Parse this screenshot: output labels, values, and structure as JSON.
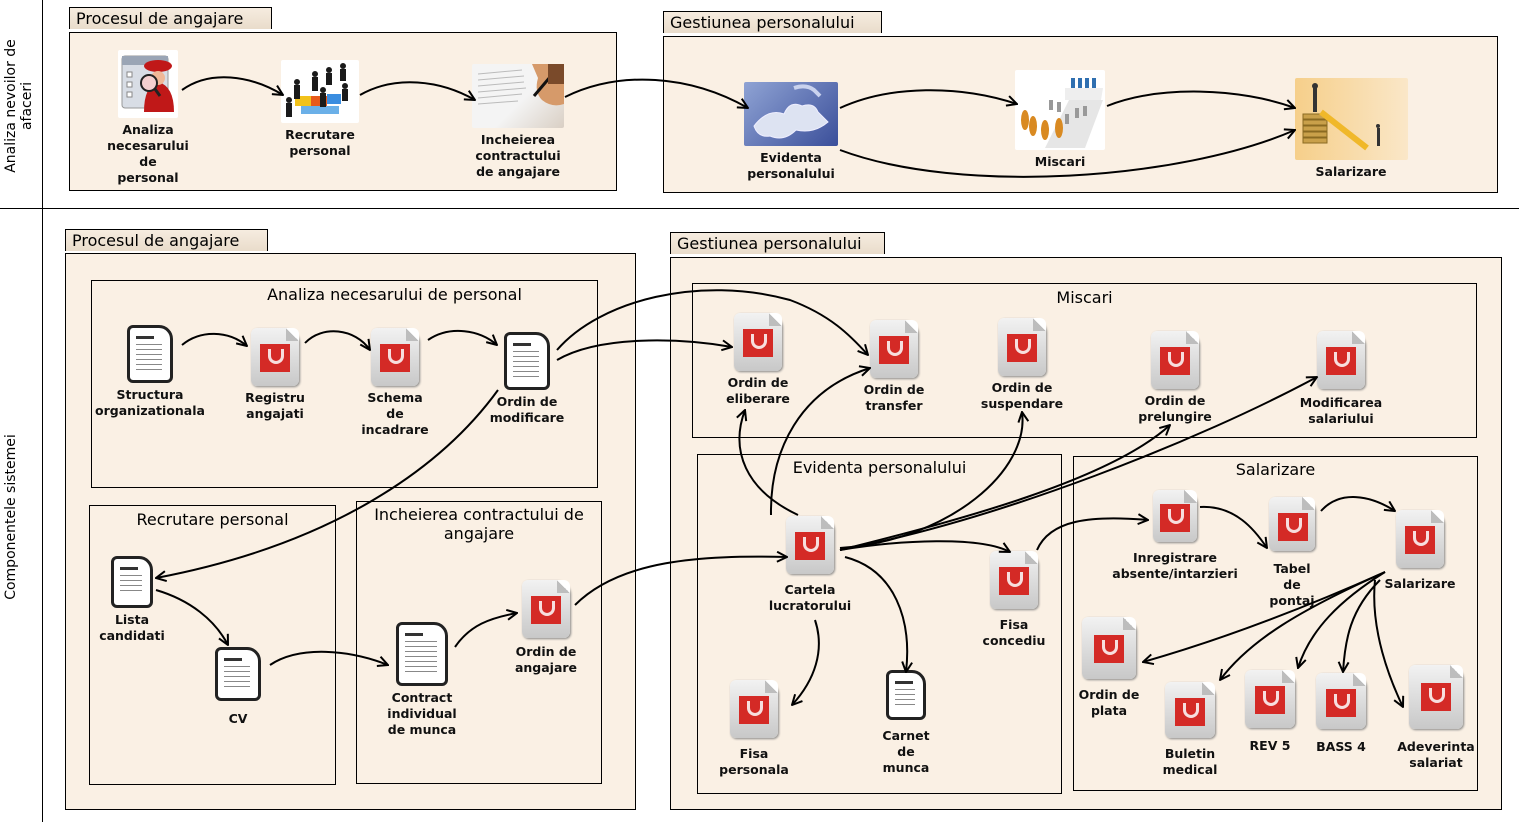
{
  "lanes": [
    {
      "label": "Analiza nevoilor de\nafaceri"
    },
    {
      "label": "Componentele sistemei"
    }
  ],
  "business": {
    "hiring": {
      "title": "Procesul de angajare",
      "nodes": [
        {
          "label": "Analiza\nnecesarului\nde\npersonal",
          "icon": "detective-checklist-icon"
        },
        {
          "label": "Recrutare\npersonal",
          "icon": "people-puzzle-icon"
        },
        {
          "label": "Incheierea\ncontractului\nde angajare",
          "icon": "signing-contract-icon"
        }
      ]
    },
    "management": {
      "title": "Gestiunea personalului",
      "nodes": [
        {
          "label": "Evidenta\npersonalului",
          "icon": "puzzle-icon"
        },
        {
          "label": "Miscari",
          "icon": "people-movement-icon"
        },
        {
          "label": "Salarizare",
          "icon": "coins-ladder-icon"
        }
      ]
    }
  },
  "components": {
    "hiring": {
      "title": "Procesul de angajare",
      "needs_analysis": {
        "title": "Analiza necesarului de personal",
        "nodes": [
          {
            "label": "Structura\norganizationala",
            "type": "document"
          },
          {
            "label": "Registru\nangajati",
            "type": "app"
          },
          {
            "label": "Schema\nde\nincadrare",
            "type": "app"
          },
          {
            "label": "Ordin de\nmodificare",
            "type": "document"
          }
        ]
      },
      "recruitment": {
        "title": "Recrutare personal",
        "nodes": [
          {
            "label": "Lista\ncandidati",
            "type": "document"
          },
          {
            "label": "CV",
            "type": "document"
          }
        ]
      },
      "contract": {
        "title": "Incheierea contractului de\nangajare",
        "nodes": [
          {
            "label": "Contract\nindividual\nde munca",
            "type": "document"
          },
          {
            "label": "Ordin de\nangajare",
            "type": "app"
          }
        ]
      }
    },
    "management": {
      "title": "Gestiunea personalului",
      "movements": {
        "title": "Miscari",
        "nodes": [
          {
            "label": "Ordin de\neliberare",
            "type": "app"
          },
          {
            "label": "Ordin de\ntransfer",
            "type": "app"
          },
          {
            "label": "Ordin de\nsuspendare",
            "type": "app"
          },
          {
            "label": "Ordin de\nprelungire",
            "type": "app"
          },
          {
            "label": "Modificarea\nsalariului",
            "type": "app"
          }
        ]
      },
      "records": {
        "title": "Evidenta personalului",
        "nodes": [
          {
            "label": "Cartela\nlucratorului",
            "type": "app"
          },
          {
            "label": "Fisa\nconcediu",
            "type": "app"
          },
          {
            "label": "Fisa\npersonala",
            "type": "app"
          },
          {
            "label": "Carnet\nde\nmunca",
            "type": "document"
          }
        ]
      },
      "payroll": {
        "title": "Salarizare",
        "nodes": [
          {
            "label": "Inregistrare\nabsente/intarzieri",
            "type": "app"
          },
          {
            "label": "Tabel\nde\npontaj",
            "type": "app"
          },
          {
            "label": "Salarizare",
            "type": "app"
          },
          {
            "label": "Ordin de\nplata",
            "type": "app"
          },
          {
            "label": "Buletin\nmedical",
            "type": "app"
          },
          {
            "label": "REV 5",
            "type": "app"
          },
          {
            "label": "BASS 4",
            "type": "app"
          },
          {
            "label": "Adeverinta\nsalariat",
            "type": "app"
          }
        ]
      }
    }
  },
  "colors": {
    "package_fill": "#faf0e4",
    "app_icon_red": "#d42a26"
  }
}
